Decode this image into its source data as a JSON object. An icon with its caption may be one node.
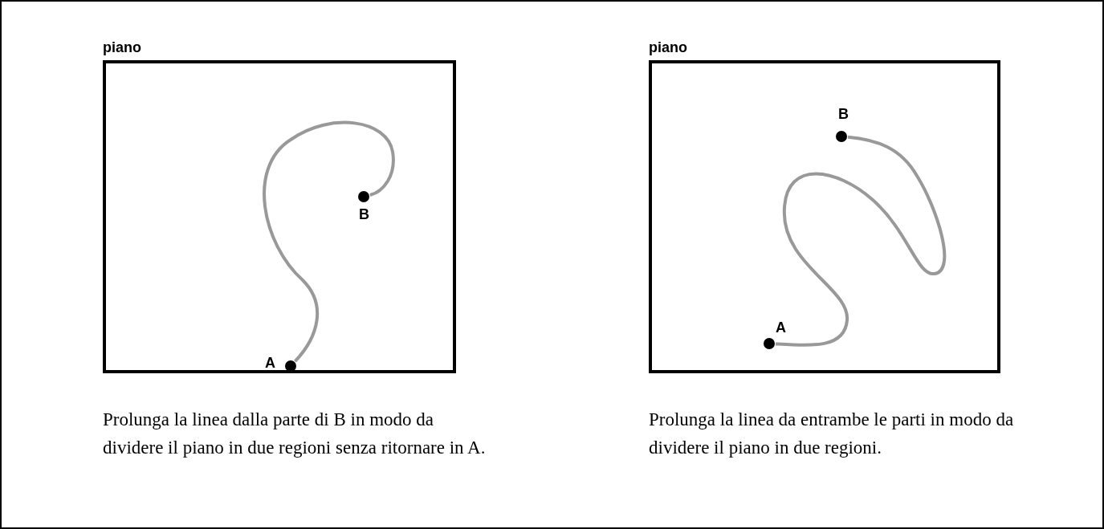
{
  "diagram": {
    "nodes": [
      {
        "text": [
          "piano"
        ]
      },
      {
        "text": [
          "B"
        ],
        "in": 0
      },
      {
        "text": [
          "A"
        ],
        "in": 0
      },
      {
        "text": [
          "piano"
        ]
      },
      {
        "text": [
          "B"
        ],
        "in": 3
      },
      {
        "text": [
          "A"
        ],
        "in": 3
      }
    ],
    "edges": [
      {
        "from": 2,
        "to": 1,
        "arrow": "none"
      },
      {
        "from": 5,
        "to": 4,
        "arrow": "none"
      }
    ],
    "labels": [
      "Prolunga la linea dalla parte di B in modo da dividere il piano in due regioni senza ritornare in A.",
      "Prolunga la linea da entrambe le parti in modo da dividere il piano in due regioni."
    ]
  }
}
